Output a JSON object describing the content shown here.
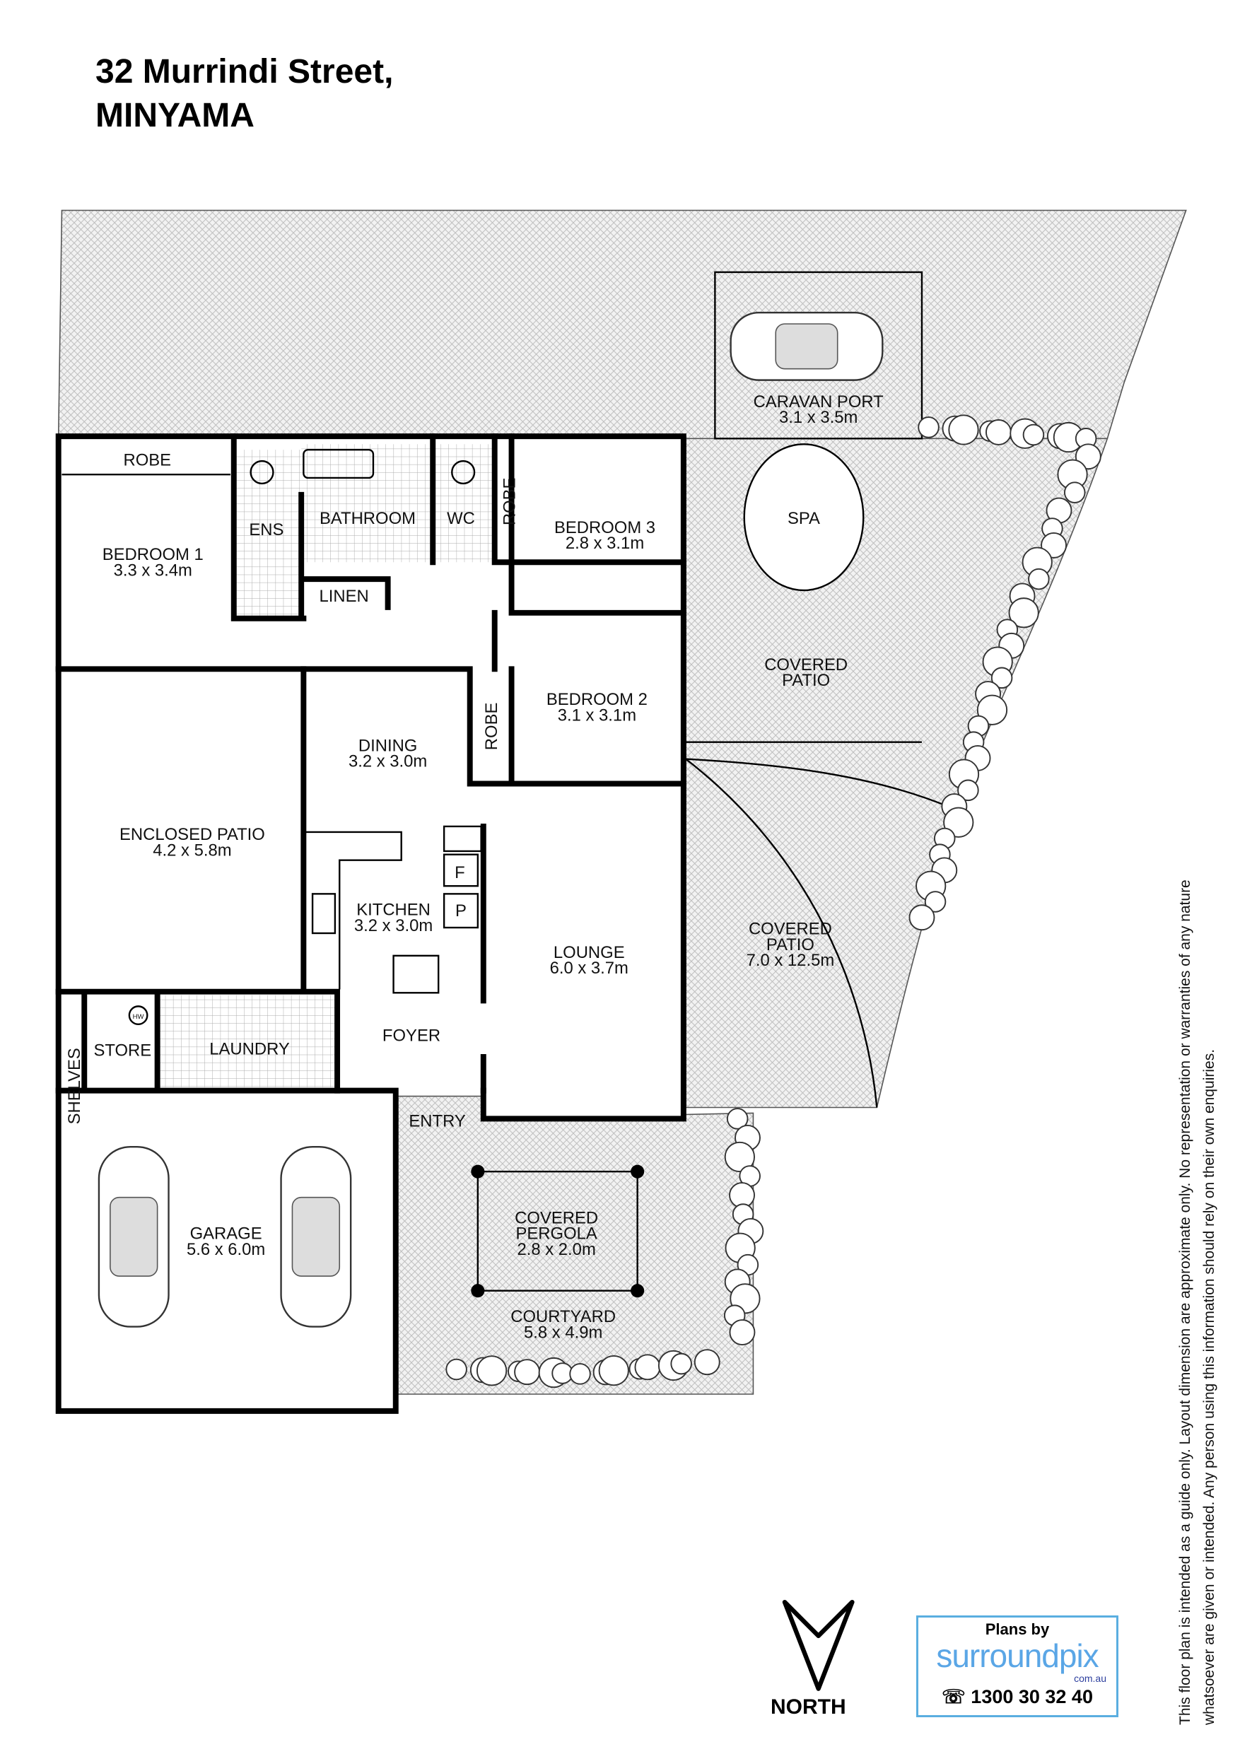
{
  "header": {
    "line1": "32 Murrindi Street,",
    "line2": "MINYAMA"
  },
  "rooms": {
    "robe1": "ROBE",
    "bedroom1": {
      "name": "BEDROOM 1",
      "size": "3.3 x 3.4m"
    },
    "ens": "ENS",
    "bathroom": "BATHROOM",
    "wc": "WC",
    "robe3": "ROBE",
    "bedroom3": {
      "name": "BEDROOM 3",
      "size": "2.8 x 3.1m"
    },
    "linen": "LINEN",
    "robe2": "ROBE",
    "bedroom2": {
      "name": "BEDROOM 2",
      "size": "3.1 x 3.1m"
    },
    "dining": {
      "name": "DINING",
      "size": "3.2 x 3.0m"
    },
    "enclosed_patio": {
      "name": "ENCLOSED PATIO",
      "size": "4.2 x 5.8m"
    },
    "kitchen": {
      "name": "KITCHEN",
      "size": "3.2 x 3.0m"
    },
    "fridge": "F",
    "pantry": "P",
    "lounge": {
      "name": "LOUNGE",
      "size": "6.0 x 3.7m"
    },
    "shelves": "SHELVES",
    "store": "STORE",
    "hw": "HW",
    "laundry": "LAUNDRY",
    "foyer": "FOYER",
    "entry": "ENTRY",
    "garage": {
      "name": "GARAGE",
      "size": "5.6 x 6.0m"
    },
    "pergola": {
      "name1": "COVERED",
      "name2": "PERGOLA",
      "size": "2.8 x 2.0m"
    },
    "courtyard": {
      "name": "COURTYARD",
      "size": "5.8 x 4.9m"
    },
    "caravan_port": {
      "name": "CARAVAN PORT",
      "size": "3.1 x 3.5m"
    },
    "spa": "SPA",
    "covered_patio_1": {
      "name1": "COVERED",
      "name2": "PATIO"
    },
    "covered_patio_2": {
      "name1": "COVERED",
      "name2": "PATIO",
      "size": "7.0 x 12.5m"
    }
  },
  "north_label": "NORTH",
  "logo": {
    "plans_by": "Plans by",
    "brand": "surroundpix",
    "domain": "com.au",
    "phone": "1300 30 32 40",
    "border_color": "#5aaee0",
    "brand_color": "#5aa6e6"
  },
  "disclaimer": {
    "line1": "This floor plan is intended as a guide only. Layout dimension are approximate only. No representation or warranties of any nature",
    "line2": "whatsoever are given or intended. Any person using this information should rely on their own enquiries."
  }
}
